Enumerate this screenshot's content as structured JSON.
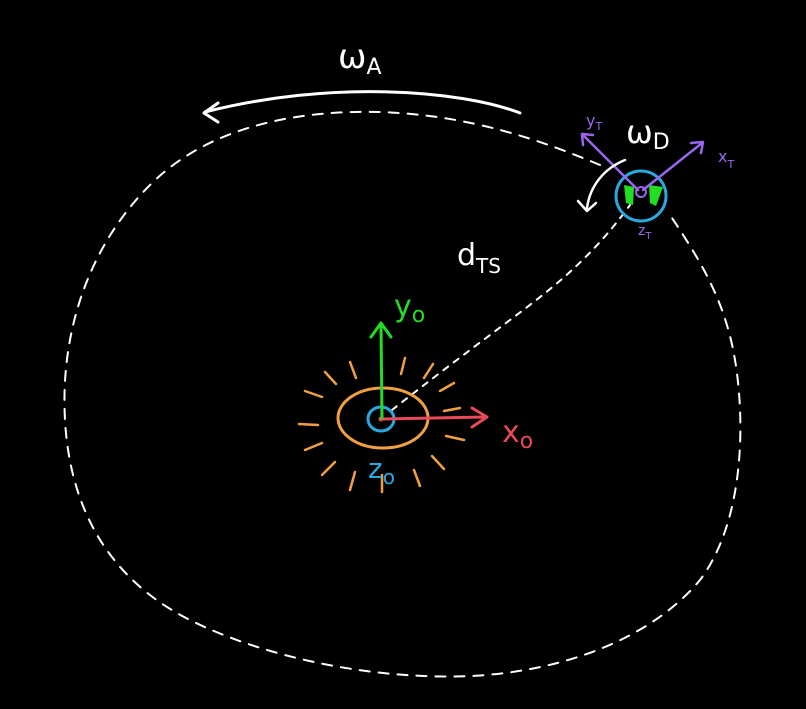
{
  "diagram": {
    "background": "#000000",
    "colors": {
      "orbit": "#ffffff",
      "sun_ring": "#f0a040",
      "center_ring": "#2aa9e0",
      "x_axis": "#e84a5a",
      "y_axis": "#22dd22",
      "target_axes": "#9966ee",
      "target_body": "#22dd22"
    },
    "labels": {
      "omega_a": {
        "main": "ω",
        "sub": "A"
      },
      "omega_d": {
        "main": "ω",
        "sub": "D"
      },
      "distance": {
        "main": "d",
        "sub": "TS"
      },
      "origin_x": {
        "main": "x",
        "sub": "o"
      },
      "origin_y": {
        "main": "y",
        "sub": "o"
      },
      "origin_z": {
        "main": "z",
        "sub": "o"
      },
      "target_x": {
        "main": "x",
        "sub": "T"
      },
      "target_y": {
        "main": "y",
        "sub": "T"
      },
      "target_z": {
        "main": "z",
        "sub": "T"
      }
    }
  }
}
